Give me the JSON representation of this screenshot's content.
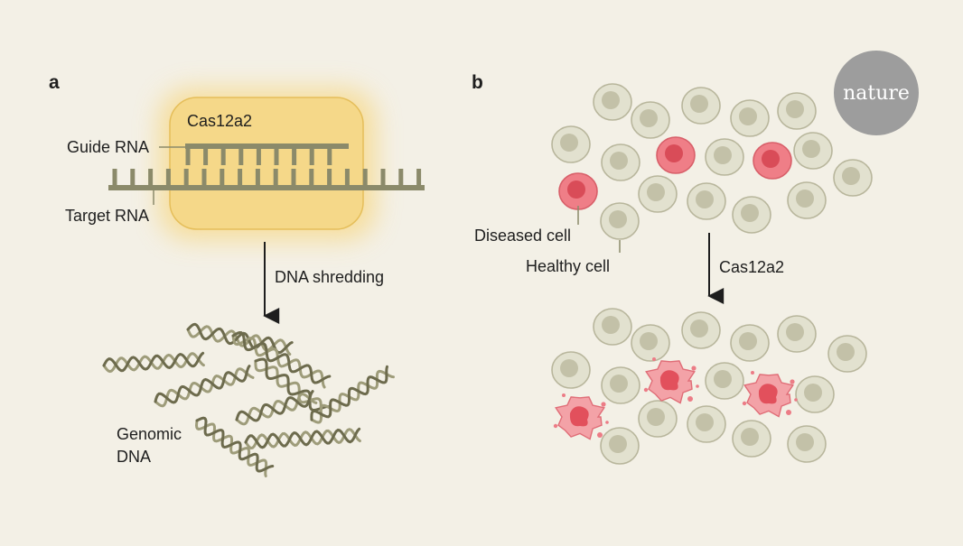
{
  "panel_a": {
    "letter": "a",
    "protein_label": "Cas12a2",
    "guide_label": "Guide RNA",
    "target_label": "Target RNA",
    "arrow_label": "DNA shredding",
    "genomic_line1": "Genomic",
    "genomic_line2": "DNA"
  },
  "panel_b": {
    "letter": "b",
    "diseased_label": "Diseased cell",
    "healthy_label": "Healthy cell",
    "arrow_label": "Cas12a2"
  },
  "logo": {
    "text": "nature"
  },
  "colors": {
    "background": "#f3f0e6",
    "protein_box": "#f5d889",
    "rna_strand": "#8b8a6a",
    "healthy_cell": "#e2e1cf",
    "healthy_nucleus": "#c3c1a8",
    "diseased_cell": "#ef7e87",
    "logo_circle": "#9d9d9d"
  }
}
